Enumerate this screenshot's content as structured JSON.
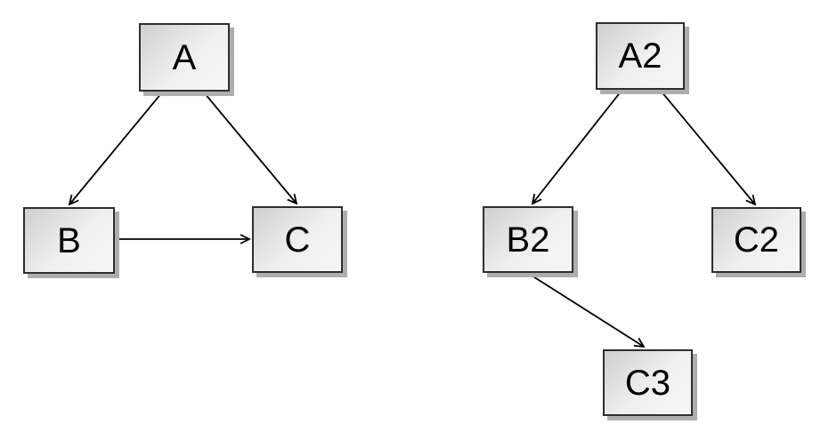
{
  "canvas": {
    "background": "#ffffff"
  },
  "node_style": {
    "fill_gradient_start": "#cfcfcf",
    "fill_gradient_end": "#f6f6f6",
    "border_color": "#2e2e2e",
    "shadow_color": "#aeaeae",
    "text_color": "#000000"
  },
  "edge_style": {
    "line_color": "#000000",
    "arrowhead": "open-v"
  },
  "diagrams": [
    {
      "id": "left",
      "nodes": [
        {
          "id": "A",
          "label": "A"
        },
        {
          "id": "B",
          "label": "B"
        },
        {
          "id": "C",
          "label": "C"
        }
      ],
      "edges": [
        {
          "from": "A",
          "to": "B"
        },
        {
          "from": "A",
          "to": "C"
        },
        {
          "from": "B",
          "to": "C"
        }
      ]
    },
    {
      "id": "right",
      "nodes": [
        {
          "id": "A2",
          "label": "A2"
        },
        {
          "id": "B2",
          "label": "B2"
        },
        {
          "id": "C2",
          "label": "C2"
        },
        {
          "id": "C3",
          "label": "C3"
        }
      ],
      "edges": [
        {
          "from": "A2",
          "to": "B2"
        },
        {
          "from": "A2",
          "to": "C2"
        },
        {
          "from": "B2",
          "to": "C3"
        }
      ]
    }
  ]
}
